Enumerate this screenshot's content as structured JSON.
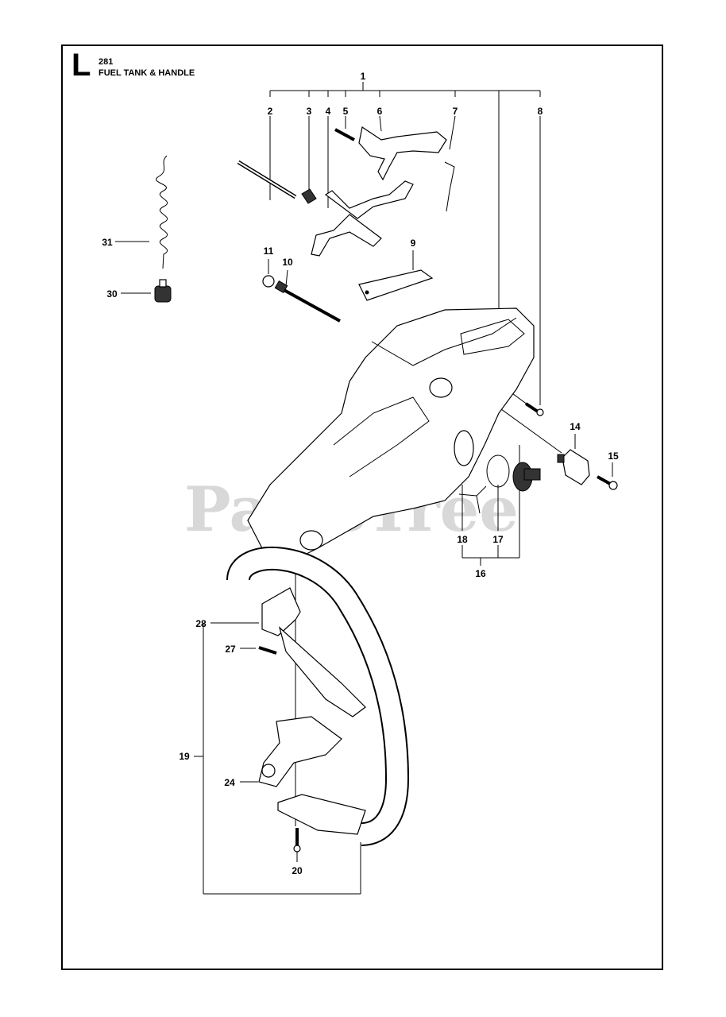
{
  "section": {
    "letter": "L",
    "number": "281",
    "title": "FUEL TANK & HANDLE"
  },
  "watermark": "PartsTree",
  "callouts": {
    "c1": "1",
    "c2": "2",
    "c3": "3",
    "c4": "4",
    "c5": "5",
    "c6": "6",
    "c7": "7",
    "c8": "8",
    "c9": "9",
    "c10": "10",
    "c11": "11",
    "c14": "14",
    "c15": "15",
    "c16": "16",
    "c17": "17",
    "c18": "18",
    "c19": "19",
    "c20": "20",
    "c24": "24",
    "c27": "27",
    "c28": "28",
    "c30": "30",
    "c31": "31"
  }
}
